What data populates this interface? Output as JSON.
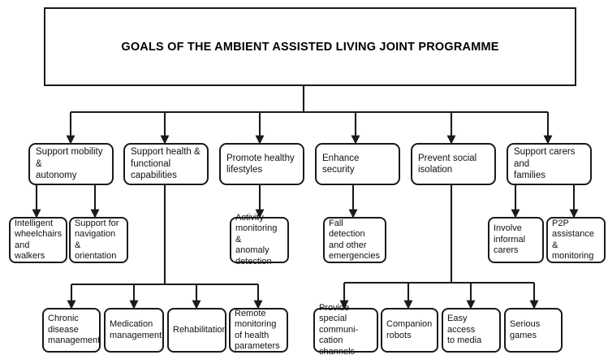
{
  "diagram": {
    "type": "hierarchy-tree",
    "orientation": "top-down",
    "line_color": "#1a1a1a",
    "box_border_color": "#1a1a1a",
    "background_color": "#ffffff",
    "root": {
      "label": "GOALS  OF THE AMBIENT ASSISTED LIVING JOINT PROGRAMME"
    },
    "goals": [
      {
        "id": "mobility",
        "label": "Support mobility &\nautonomy",
        "children": [
          {
            "id": "wheelchairs",
            "label": "Intelligent\nwheelchairs\nand walkers"
          },
          {
            "id": "navigation",
            "label": "Support for\nnavigation &\norientation"
          }
        ]
      },
      {
        "id": "health",
        "label": "Support health &\nfunctional capabilities",
        "children": [
          {
            "id": "chronic",
            "label": "Chronic\ndisease\nmanagement"
          },
          {
            "id": "medication",
            "label": "Medication\nmanagement"
          },
          {
            "id": "rehabilitation",
            "label": "Rehabilitation"
          },
          {
            "id": "remote-monitoring",
            "label": "Remote\nmonitoring\nof health\nparameters"
          }
        ]
      },
      {
        "id": "lifestyles",
        "label": "Promote healthy\nlifestyles",
        "children": [
          {
            "id": "activity",
            "label": "Activity\nmonitoring &\nanomaly\ndetection"
          }
        ]
      },
      {
        "id": "security",
        "label": "Enhance security",
        "children": [
          {
            "id": "fall-detection",
            "label": "Fall detection\nand other\nemergencies"
          }
        ]
      },
      {
        "id": "isolation",
        "label": "Prevent social\nisolation",
        "children": [
          {
            "id": "communication",
            "label": "Provide\nspecial\ncommuni-\ncation channels"
          },
          {
            "id": "robots",
            "label": "Companion\nrobots"
          },
          {
            "id": "media",
            "label": "Easy access\nto media"
          },
          {
            "id": "games",
            "label": "Serious\ngames"
          }
        ]
      },
      {
        "id": "carers",
        "label": "Support carers and\nfamilies",
        "children": [
          {
            "id": "informal-carers",
            "label": "Involve\ninformal\ncarers"
          },
          {
            "id": "p2p",
            "label": "P2P\nassistance &\nmonitoring"
          }
        ]
      }
    ]
  }
}
